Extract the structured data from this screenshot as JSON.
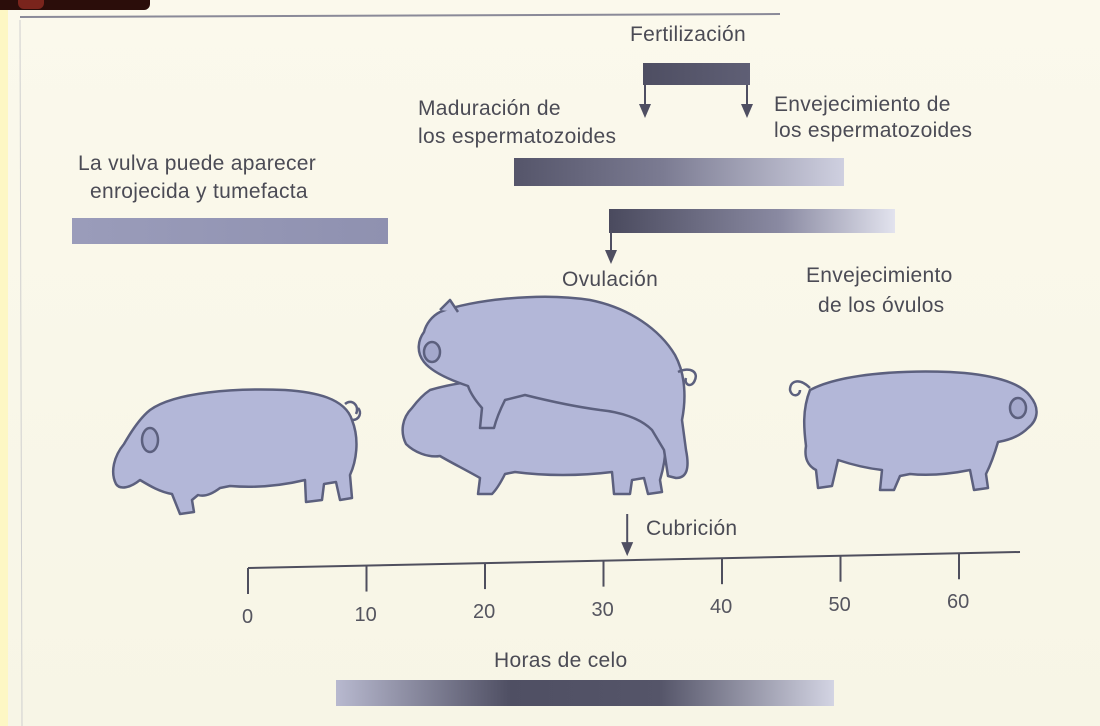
{
  "labels": {
    "fertilization": "Fertilización",
    "sperm_maturation": [
      "Maduración de",
      "los espermatozoides"
    ],
    "sperm_aging": [
      "Envejecimiento de",
      "los espermatozoides"
    ],
    "vulva": [
      "La vulva puede aparecer",
      "enrojecida y tumefacta"
    ],
    "ovulation": "Ovulación",
    "ova_aging": [
      "Envejecimiento",
      "de los óvulos"
    ],
    "mating": "Cubrición",
    "axis_title": "Horas de celo"
  },
  "axis": {
    "unit": "hours",
    "min": 0,
    "max": 65,
    "ticks": [
      "0",
      "10",
      "20",
      "30",
      "40",
      "50",
      "60"
    ],
    "tick_values": [
      0,
      10,
      20,
      30,
      40,
      50,
      60
    ],
    "mating_hour": 32
  },
  "colors": {
    "ink": "#4b4b55",
    "bar_dark": "#4d4d60",
    "bar_light": "#bcbcd0",
    "pig_fill": "#b3b7d8",
    "pig_outline": "#5c607e",
    "paper": "#fbf9ec",
    "margin": "#fdf7c4"
  },
  "icons": [
    "pig-standing-left",
    "pig-mounting-pair",
    "pig-standing-right",
    "arrow-down-icon"
  ]
}
